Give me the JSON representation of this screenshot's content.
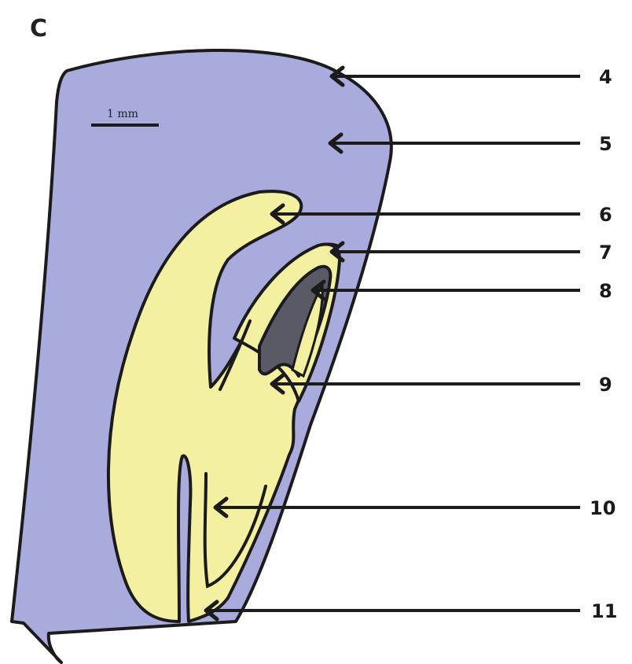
{
  "figure": {
    "panel_letter": "C",
    "scale_bar_label": "1 mm",
    "colors": {
      "outer_tissue": "#a9abdd",
      "inner_tissue": "#f4f0a2",
      "dark_tissue": "#5a5a66",
      "outline": "#1b1b1b"
    },
    "callouts": [
      {
        "label": "4"
      },
      {
        "label": "5"
      },
      {
        "label": "6"
      },
      {
        "label": "7"
      },
      {
        "label": "8"
      },
      {
        "label": "9"
      },
      {
        "label": "10"
      },
      {
        "label": "11"
      }
    ]
  }
}
